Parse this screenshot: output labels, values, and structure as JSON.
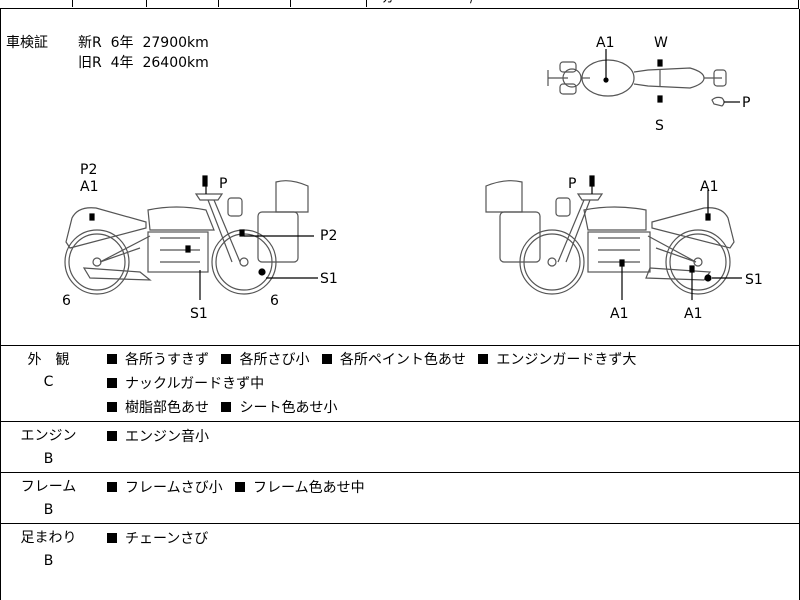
{
  "header_fragments": [
    "ガ",
    "/"
  ],
  "inspection": {
    "label": "車検証",
    "rows": [
      {
        "type": "新R",
        "years": "6年",
        "km": "27900",
        "unit": "km"
      },
      {
        "type": "旧R",
        "years": "4年",
        "km": "26400",
        "unit": "km"
      }
    ]
  },
  "markers": {
    "top_view": {
      "a1": "A1",
      "w": "W",
      "s": "S",
      "p": "P"
    },
    "left_view": {
      "p2_top": "P2",
      "a1": "A1",
      "p": "P",
      "p2_right": "P2",
      "s1_right": "S1",
      "six_left": "6",
      "s1_bottom": "S1",
      "six_right": "6"
    },
    "right_view": {
      "p": "P",
      "a1_top": "A1",
      "s1": "S1",
      "a1_left": "A1",
      "a1_right": "A1"
    }
  },
  "categories": [
    {
      "name": "外　観",
      "grade": "C",
      "items": [
        "各所うすきず",
        "各所さび小",
        "各所ペイント色あせ",
        "エンジンガードきず大",
        "ナックルガードきず中",
        "樹脂部色あせ",
        "シート色あせ小"
      ]
    },
    {
      "name": "エンジン",
      "grade": "B",
      "items": [
        "エンジン音小"
      ]
    },
    {
      "name": "フレーム",
      "grade": "B",
      "items": [
        "フレームさび小",
        "フレーム色あせ中"
      ]
    },
    {
      "name": "足まわり",
      "grade": "B",
      "items": [
        "チェーンさび"
      ]
    }
  ]
}
